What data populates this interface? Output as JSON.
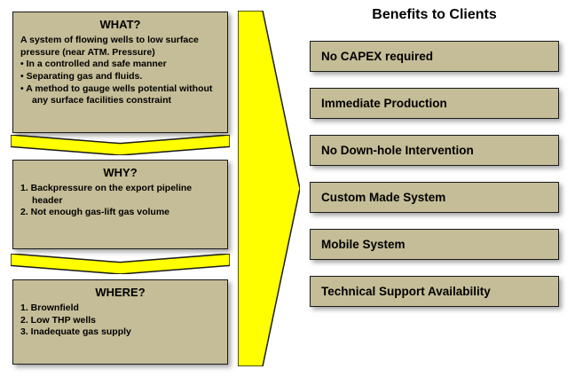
{
  "left_panel": {
    "what": {
      "title": "WHAT?",
      "lines": [
        "A system of flowing wells to low surface pressure (near ATM. Pressure)",
        "• In a controlled and safe manner",
        "• Separating gas and fluids.",
        "• A method to gauge wells potential without any surface facilities constraint"
      ]
    },
    "why": {
      "title": "WHY?",
      "lines": [
        "1. Backpressure on the export pipeline header",
        "2. Not enough gas-lift gas volume"
      ]
    },
    "where": {
      "title": "WHERE?",
      "lines": [
        "1. Brownfield",
        "2. Low THP wells",
        "3. Inadequate gas supply"
      ]
    }
  },
  "benefits": {
    "title": "Benefits to Clients",
    "items": [
      "No CAPEX required",
      "Immediate Production",
      "No Down-hole Intervention",
      "Custom Made System",
      "Mobile System",
      "Technical Support Availability"
    ]
  },
  "colors": {
    "box_fill": "#c4bd97",
    "arrow_yellow": "#ffff00",
    "border": "#1a1a1a"
  }
}
